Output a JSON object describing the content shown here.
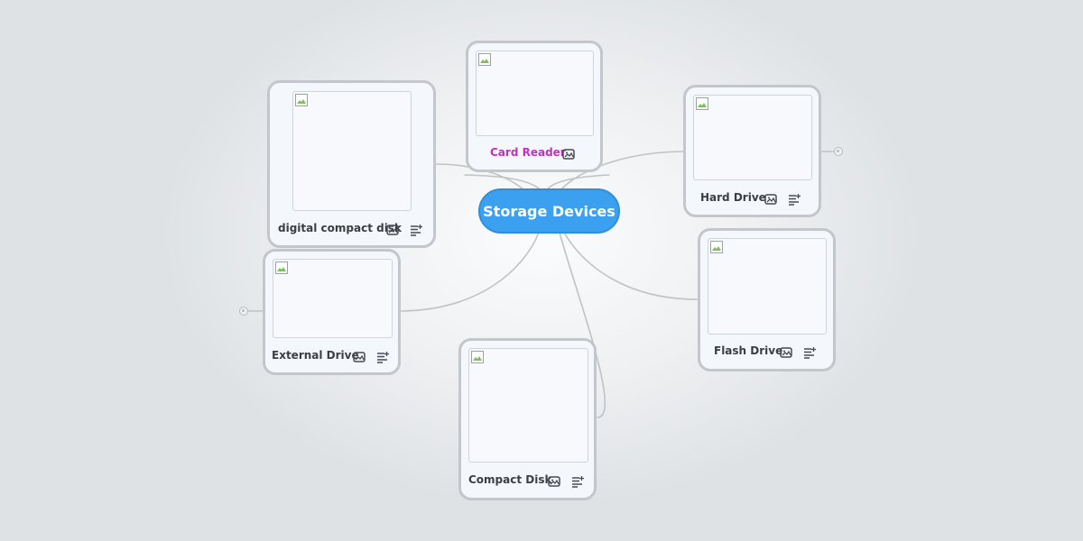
{
  "central_topic": "Storage Devices",
  "colors": {
    "central_fill": "#3aa0ef",
    "node_border": "#c3c6ca",
    "connector": "#bfc3c7",
    "accent_label": "#c42fbd"
  },
  "icons": {
    "image": "image-icon",
    "notes": "notes-icon",
    "collapse": "collapse-toggle-icon"
  },
  "nodes": {
    "card_reader": {
      "label": "Card Reader"
    },
    "digital_compact_disk": {
      "label": "digital compact disk"
    },
    "hard_drive": {
      "label": "Hard Drive"
    },
    "flash_drive": {
      "label": "Flash Drive"
    },
    "external_drive": {
      "label": "External Drive"
    },
    "compact_disk": {
      "label": "Compact Disk"
    }
  }
}
